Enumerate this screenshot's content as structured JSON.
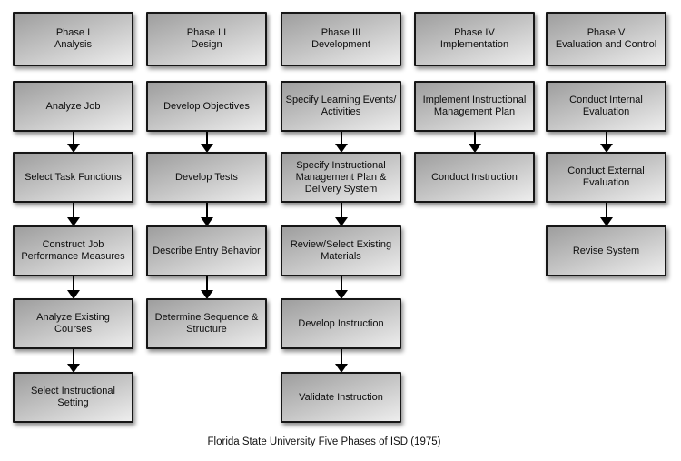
{
  "diagram": {
    "caption": "Florida State University Five Phases of ISD (1975)",
    "columns": [
      {
        "header": "Phase I\nAnalysis",
        "boxes": [
          "Analyze Job",
          "Select Task Functions",
          "Construct Job\nPerformance Measures",
          "Analyze Existing\nCourses",
          "Select Instructional\nSetting"
        ]
      },
      {
        "header": "Phase I I\nDesign",
        "boxes": [
          "Develop Objectives",
          "Develop Tests",
          "Describe Entry Behavior",
          "Determine Sequence &\nStructure"
        ]
      },
      {
        "header": "Phase III\nDevelopment",
        "boxes": [
          "Specify Learning Events/\nActivities",
          "Specify Instructional\nManagement Plan &\nDelivery System",
          "Review/Select Existing\nMaterials",
          "Develop Instruction",
          "Validate Instruction"
        ]
      },
      {
        "header": "Phase IV\nImplementation",
        "boxes": [
          "Implement Instructional\nManagement Plan",
          "Conduct Instruction"
        ]
      },
      {
        "header": "Phase V\nEvaluation and Control",
        "boxes": [
          "Conduct Internal\nEvaluation",
          "Conduct External\nEvaluation",
          "Revise System"
        ]
      }
    ]
  }
}
